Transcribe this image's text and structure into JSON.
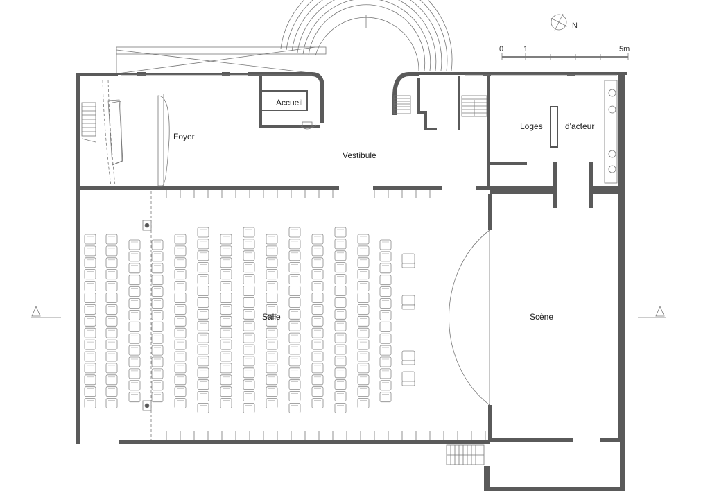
{
  "rooms": {
    "accueil": "Accueil",
    "foyer": "Foyer",
    "vestibule": "Vestibule",
    "loges": "Loges",
    "dacteur": "d'acteur",
    "salle": "Salle",
    "scene": "Scène"
  },
  "scale": {
    "zero": "0",
    "one": "1",
    "five": "5m"
  },
  "compass": {
    "north": "N"
  }
}
